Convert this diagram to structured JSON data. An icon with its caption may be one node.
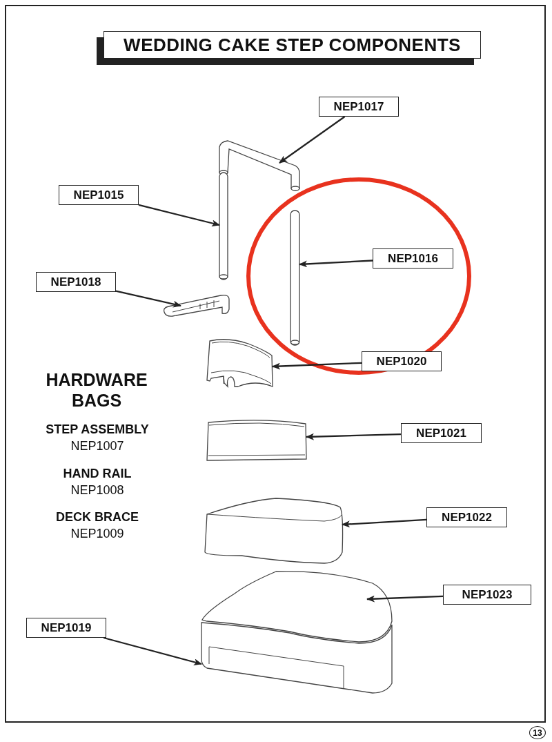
{
  "diagram": {
    "title": "WEDDING CAKE STEP COMPONENTS",
    "nodes": [
      {
        "text": [
          "NEP1017"
        ]
      },
      {
        "text": [],
        "shape": "picture"
      },
      {
        "text": [
          "NEP1015"
        ]
      },
      {
        "text": [],
        "shape": "picture"
      },
      {
        "text": [
          "NEP1016"
        ]
      },
      {
        "text": [],
        "shape": "picture"
      },
      {
        "text": [
          "NEP1018"
        ]
      },
      {
        "text": [],
        "shape": "picture"
      },
      {
        "text": [
          "NEP1020"
        ]
      },
      {
        "text": [],
        "shape": "picture"
      },
      {
        "text": [
          "NEP1021"
        ]
      },
      {
        "text": [],
        "shape": "picture"
      },
      {
        "text": [
          "NEP1022"
        ]
      },
      {
        "text": [],
        "shape": "picture"
      },
      {
        "text": [
          "NEP1023"
        ]
      },
      {
        "text": [],
        "shape": "picture"
      },
      {
        "text": [
          "NEP1019"
        ]
      },
      {
        "text": [],
        "shape": "picture"
      }
    ],
    "edges": [
      {
        "from": 0,
        "to": 1,
        "arrow": "to"
      },
      {
        "from": 2,
        "to": 3,
        "arrow": "to"
      },
      {
        "from": 4,
        "to": 5,
        "arrow": "to"
      },
      {
        "from": 6,
        "to": 7,
        "arrow": "to"
      },
      {
        "from": 8,
        "to": 9,
        "arrow": "to"
      },
      {
        "from": 10,
        "to": 11,
        "arrow": "to"
      },
      {
        "from": 12,
        "to": 13,
        "arrow": "to"
      },
      {
        "from": 14,
        "to": 15,
        "arrow": "to"
      },
      {
        "from": 16,
        "to": 17,
        "arrow": "to"
      }
    ],
    "labels": [
      "HARDWARE BAGS",
      "STEP ASSEMBLY",
      "NEP1007",
      "HAND RAIL",
      "NEP1008",
      "DECK BRACE",
      "NEP1009",
      "13"
    ]
  }
}
